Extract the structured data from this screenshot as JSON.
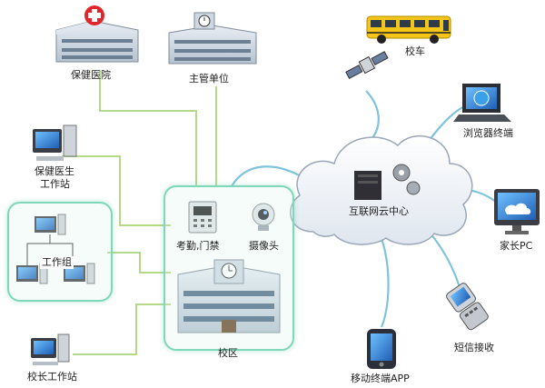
{
  "nodes": {
    "hospital": "保健医院",
    "authority": "主管单位",
    "bus": "校车",
    "cloud": "互联网云中心",
    "browser": "浏览器终端",
    "clinic_line1": "保健医生",
    "clinic_line2": "工作站",
    "workgroup": "工作组",
    "attendance": "考勤,门禁",
    "camera": "摄像头",
    "campus": "校区",
    "parent_pc": "家长PC",
    "principal": "校长工作站",
    "mobile_app": "移动终端APP",
    "sms": "短信接收"
  },
  "colors": {
    "green_line": "#b4d98a",
    "blue_line": "#7fc3dc",
    "box_border": "#7fd6b8",
    "cloud_stroke": "#9aa7b8",
    "building": "#8fa3b8",
    "red_cross": "#e0262a",
    "bus": "#f5c518"
  }
}
